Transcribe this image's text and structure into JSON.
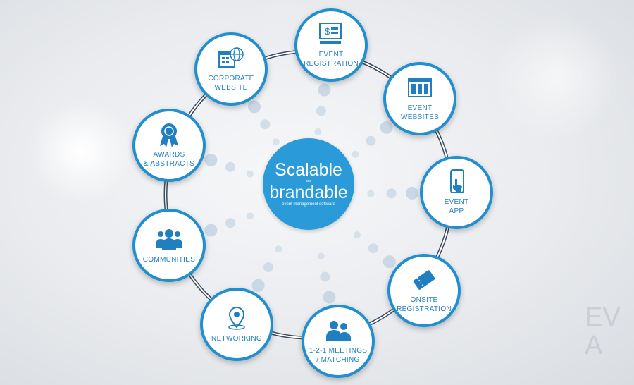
{
  "center": {
    "line1": "Scalable",
    "line2": "and",
    "line3": "brandable",
    "line4": "event management software"
  },
  "nodes": [
    {
      "label": "EVENT\nREGISTRATION",
      "icon": "registration-form-icon"
    },
    {
      "label": "EVENT\nWEBSITES",
      "icon": "website-icon"
    },
    {
      "label": "EVENT\nAPP",
      "icon": "mobile-app-icon"
    },
    {
      "label": "ONSITE\nREGISTRATION",
      "icon": "ticket-icon"
    },
    {
      "label": "1-2-1 MEETINGS\n/ MATCHING",
      "icon": "people-pair-icon"
    },
    {
      "label": "NETWORKING",
      "icon": "location-pin-icon"
    },
    {
      "label": "COMMUNITIES",
      "icon": "group-icon"
    },
    {
      "label": "AWARDS\n& ABSTRACTS",
      "icon": "award-ribbon-icon"
    },
    {
      "label": "CORPORATE\nWEBSITE",
      "icon": "calendar-globe-icon"
    }
  ],
  "background_text": "EV\nA",
  "colors": {
    "accent": "#1f8fd0",
    "center": "#2a9bd8",
    "dots": "#c3d4e2"
  }
}
